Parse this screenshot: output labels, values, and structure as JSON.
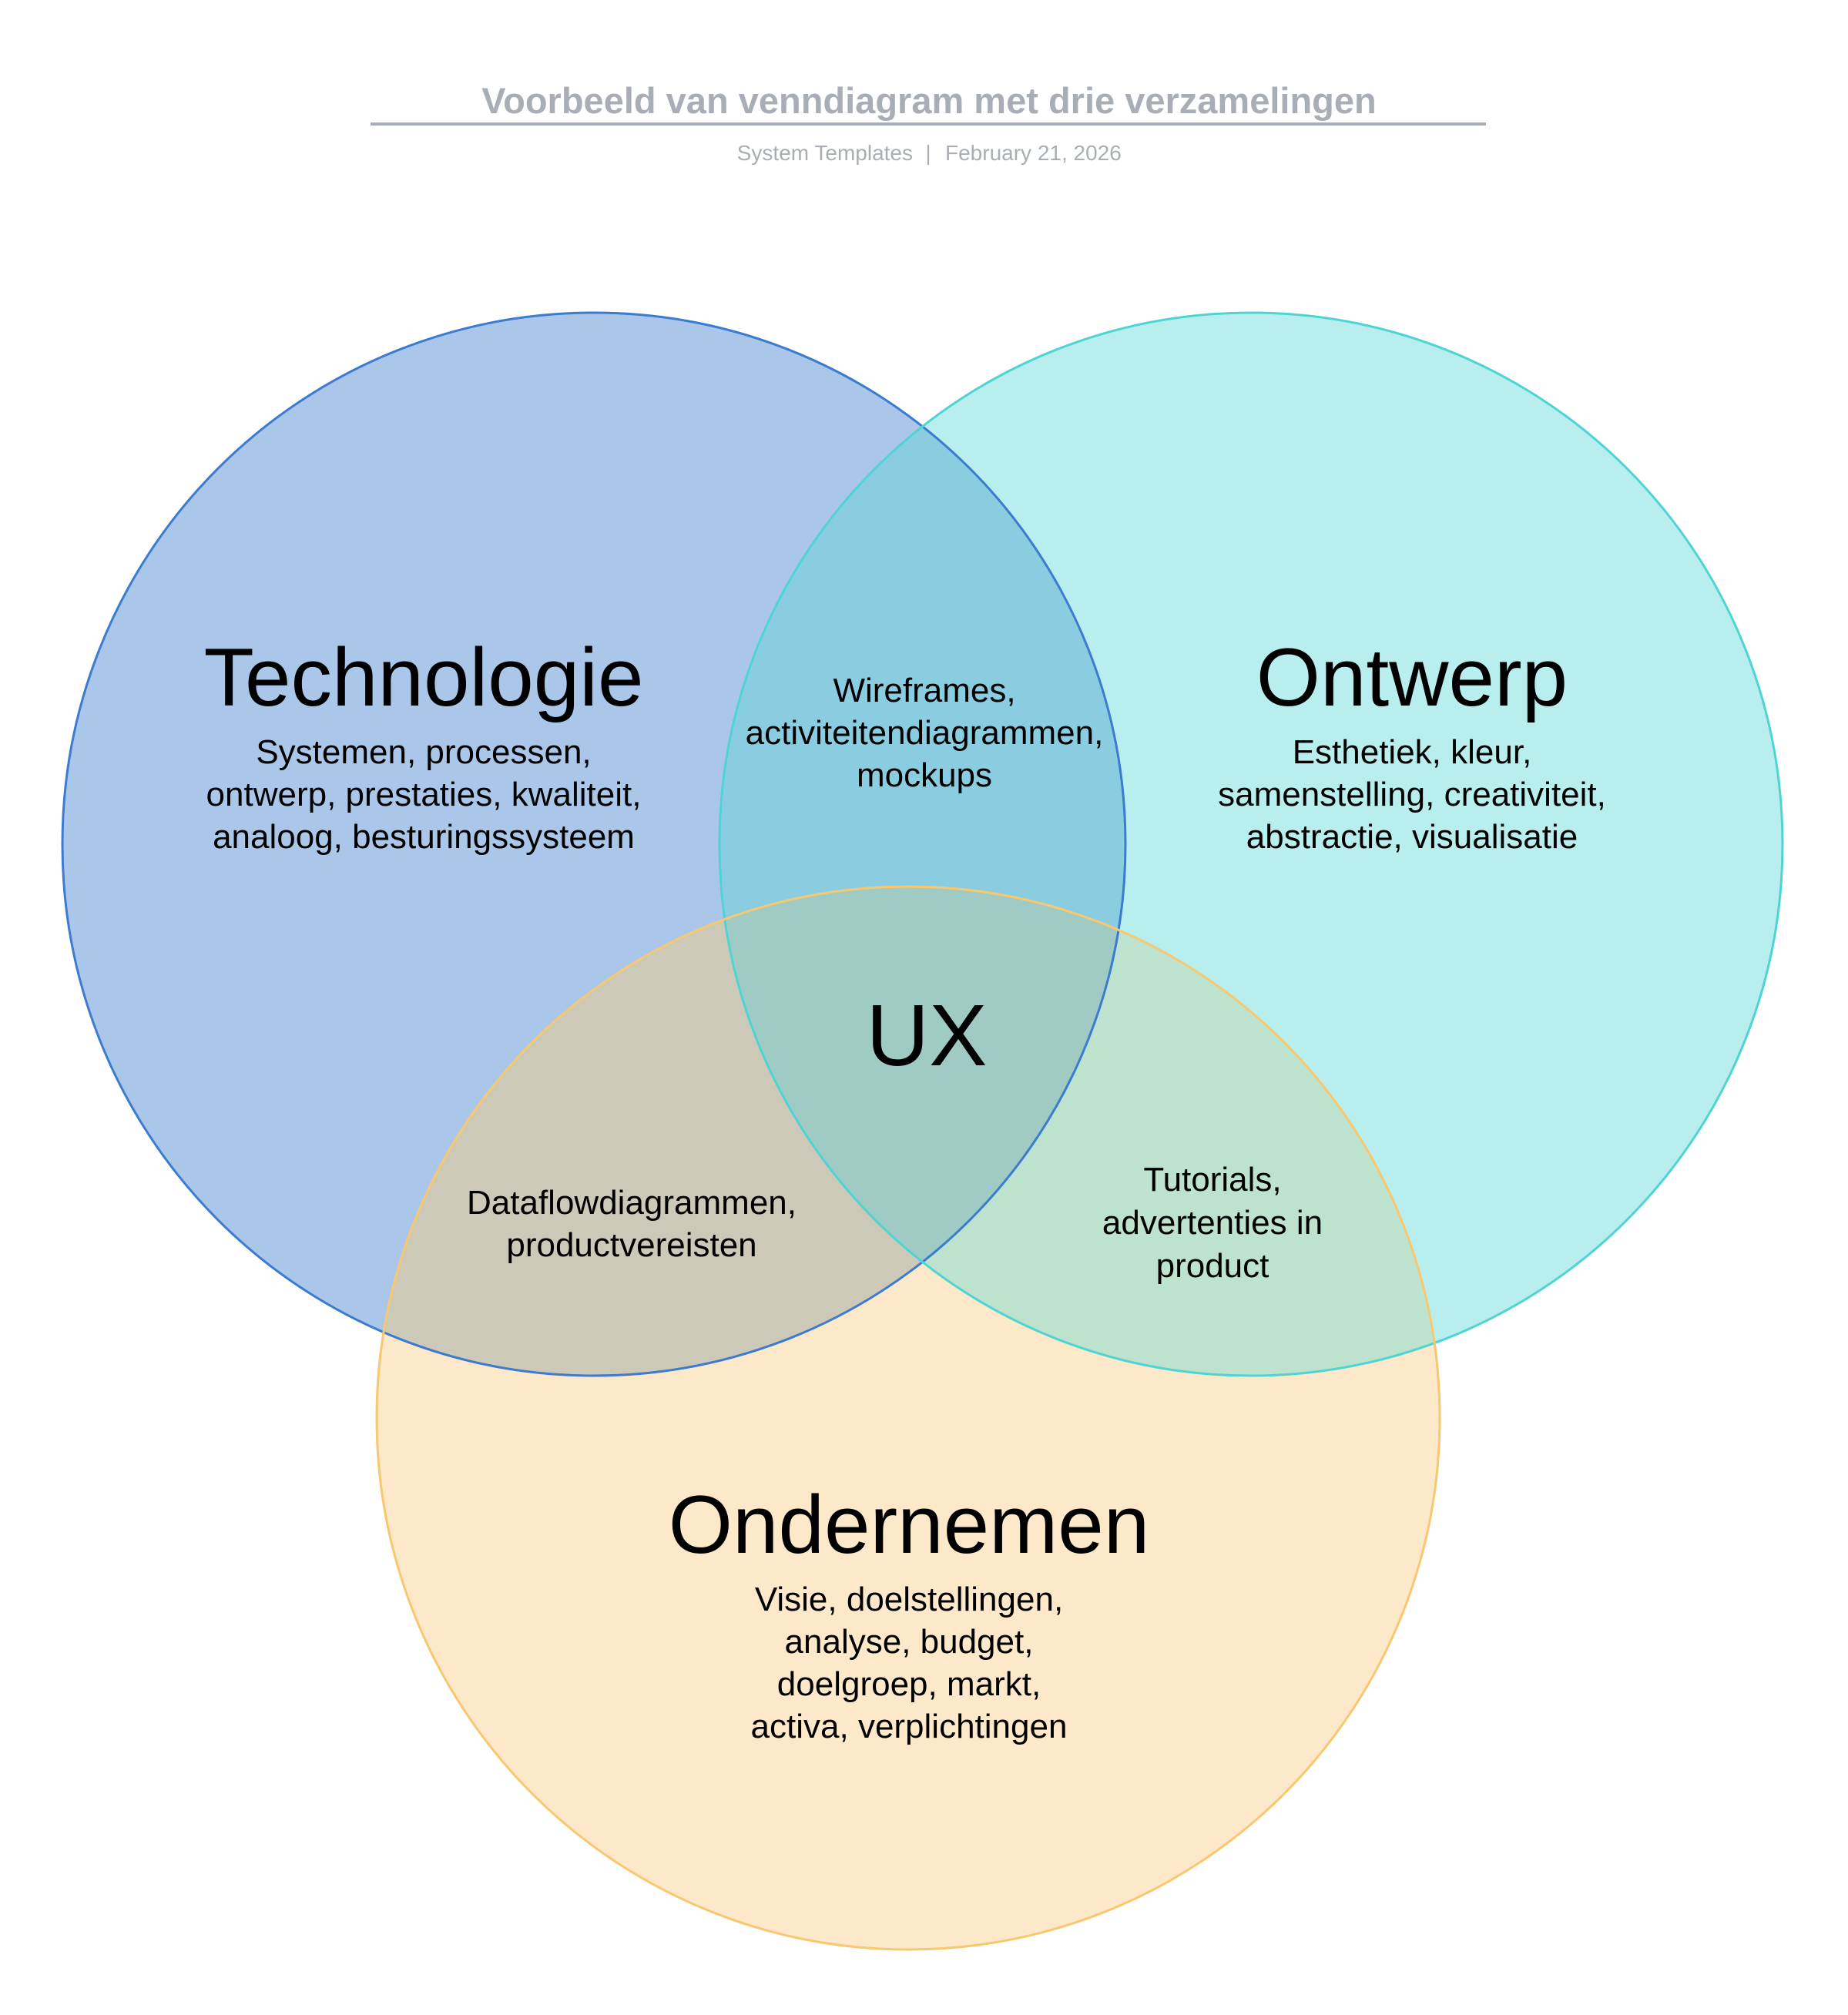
{
  "header": {
    "title": "Voorbeeld van venndiagram met drie verzamelingen",
    "author": "System Templates",
    "separator": "|",
    "date": "February 21, 2026"
  },
  "sets": {
    "technology": {
      "title": "Technologie",
      "lines": [
        "Systemen, processen,",
        "ontwerp, prestaties, kwaliteit,",
        "analoog, besturingssysteem"
      ]
    },
    "design": {
      "title": "Ontwerp",
      "lines": [
        "Esthetiek, kleur,",
        "samenstelling, creativiteit,",
        "abstractie, visualisatie"
      ]
    },
    "business": {
      "title": "Ondernemen",
      "lines": [
        "Visie, doelstellingen,",
        "analyse, budget,",
        "doelgroep, markt,",
        "activa, verplichtingen"
      ]
    }
  },
  "intersections": {
    "tech_design": [
      "Wireframes,",
      "activiteitendiagrammen,",
      "mockups"
    ],
    "tech_business": [
      "Dataflowdiagrammen,",
      "productvereisten"
    ],
    "design_business": [
      "Tutorials,",
      "advertenties in",
      "product"
    ],
    "all": "UX"
  },
  "colors": {
    "technology_fill": "#aac7ea",
    "technology_stroke": "#3b7bd0",
    "design_fill": "#b9eeee",
    "design_stroke": "#4fd4d4",
    "business_fill": "#fde9c9",
    "business_stroke": "#f8c870",
    "tech_design": "#8acde0",
    "tech_business": "#cdc9b9",
    "design_business": "#bde3cf",
    "all": "#9fcbc4"
  }
}
